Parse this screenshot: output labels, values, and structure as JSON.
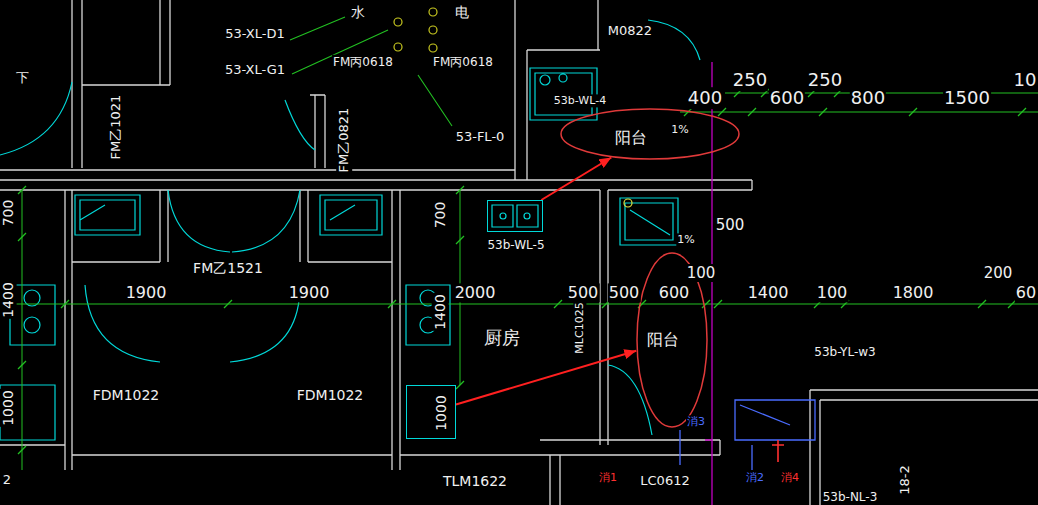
{
  "diagram": {
    "nodes": [
      {
        "text": [
          "阳台"
        ]
      },
      {
        "text": [
          "53b-WL-5"
        ]
      },
      {
        "text": [
          "阳台"
        ]
      },
      {
        "text": [
          "1000"
        ]
      }
    ],
    "edges": [
      {
        "from": 1,
        "to": 0,
        "arrow": "to"
      },
      {
        "from": 3,
        "to": 2,
        "arrow": "to"
      }
    ],
    "labels": [
      "53-XL-D1",
      "53-XL-G1",
      "水",
      "电",
      "FM丙0618",
      "FM丙0618",
      "M0822",
      "53b-WL-4",
      "250",
      "250",
      "400",
      "600",
      "800",
      "1500",
      "10",
      "1%",
      "FM乙1021",
      "FM乙0821",
      "53-FL-0",
      "下",
      "700",
      "700",
      "FM乙1521",
      "1900",
      "1900",
      "2000",
      "500",
      "500",
      "600",
      "1400",
      "100",
      "1800",
      "60",
      "100",
      "500",
      "200",
      "1400",
      "1400",
      "厨房",
      "MLC1025",
      "1%",
      "53b-YL-w3",
      "FDM1022",
      "FDM1022",
      "1000",
      "TLM1622",
      "LC0612",
      "53b-NL-3",
      "18-2",
      "2",
      "消1",
      "消3",
      "消2",
      "消4"
    ]
  }
}
